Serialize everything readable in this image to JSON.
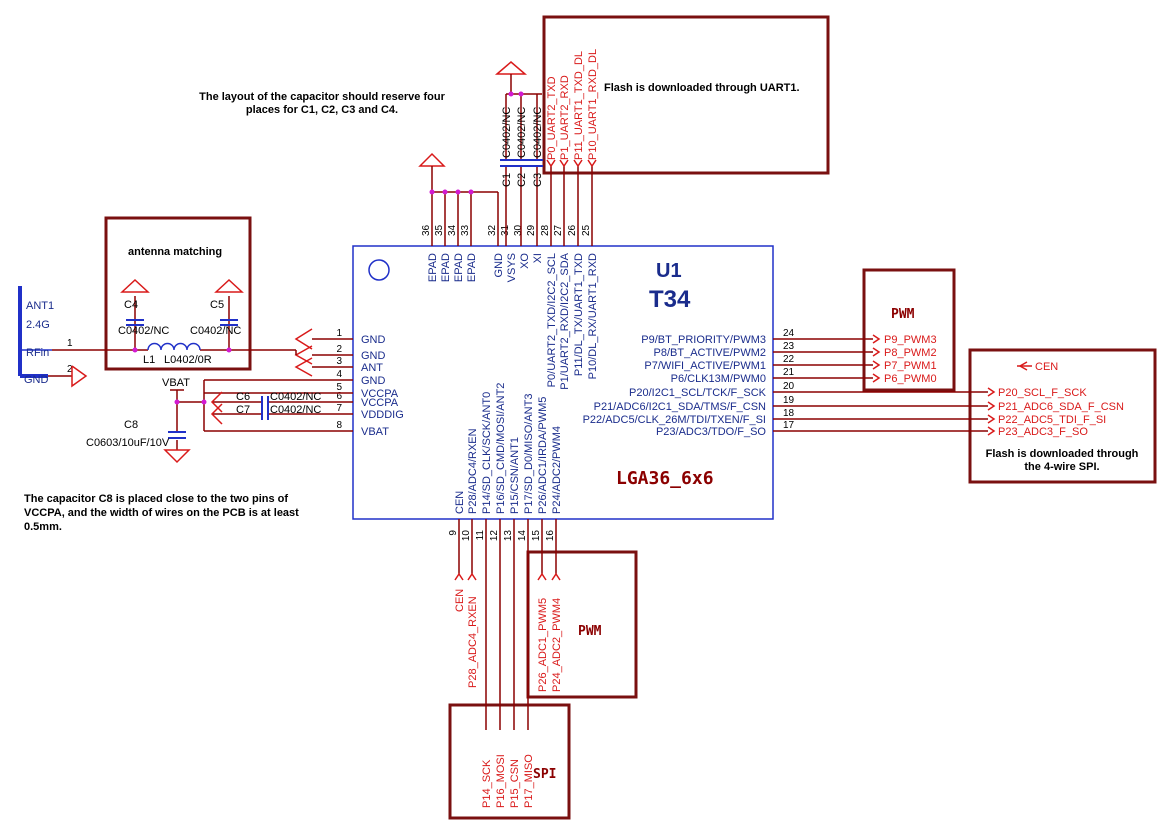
{
  "notes": {
    "capacitor_layout": [
      "The layout of the capacitor should reserve four",
      "places for C1, C2, C3 and C4."
    ],
    "c8_placement": [
      "The capacitor C8 is placed close to the two pins of",
      "VCCPA, and the width of wires on the PCB is at least",
      "0.5mm."
    ]
  },
  "boxes": {
    "uart_flash": "Flash is downloaded through UART1.",
    "antenna": "antenna matching",
    "pwm_right": "PWM",
    "spi_flash": [
      "Flash is downloaded through",
      "the 4-wire SPI."
    ],
    "pwm_bottom": "PWM",
    "spi_bottom": "SPI"
  },
  "chip": {
    "ref": "U1",
    "part": "T34",
    "package": "LGA36_6x6",
    "left_pins": [
      {
        "num": "1",
        "name": "GND"
      },
      {
        "num": "2",
        "name": "GND"
      },
      {
        "num": "3",
        "name": "ANT"
      },
      {
        "num": "4",
        "name": "GND"
      },
      {
        "num": "5",
        "name": "VCCPA"
      },
      {
        "num": "6",
        "name": "VCCPA"
      },
      {
        "num": "7",
        "name": "VDDDIG"
      },
      {
        "num": "8",
        "name": "VBAT"
      }
    ],
    "right_pins": [
      {
        "num": "24",
        "name": "P9/BT_PRIORITY/PWM3"
      },
      {
        "num": "23",
        "name": "P8/BT_ACTIVE/PWM2"
      },
      {
        "num": "22",
        "name": "P7/WIFI_ACTIVE/PWM1"
      },
      {
        "num": "21",
        "name": "P6/CLK13M/PWM0"
      },
      {
        "num": "20",
        "name": "P20/I2C1_SCL/TCK/F_SCK"
      },
      {
        "num": "19",
        "name": "P21/ADC6/I2C1_SDA/TMS/F_CSN"
      },
      {
        "num": "18",
        "name": "P22/ADC5/CLK_26M/TDI/TXEN/F_SI"
      },
      {
        "num": "17",
        "name": "P23/ADC3/TDO/F_SO"
      }
    ],
    "top_pins": [
      {
        "num": "36",
        "name": "EPAD"
      },
      {
        "num": "35",
        "name": "EPAD"
      },
      {
        "num": "34",
        "name": "EPAD"
      },
      {
        "num": "33",
        "name": "EPAD"
      },
      {
        "num": "32",
        "name": "GND"
      },
      {
        "num": "31",
        "name": "VSYS"
      },
      {
        "num": "30",
        "name": "XO"
      },
      {
        "num": "29",
        "name": "XI"
      },
      {
        "num": "28",
        "name": "P0/UART2_TXD/I2C2_SCL"
      },
      {
        "num": "27",
        "name": "P1/UART2_RXD/I2C2_SDA"
      },
      {
        "num": "26",
        "name": "P11/DL_TX/UART1_TXD"
      },
      {
        "num": "25",
        "name": "P10/DL_RX/UART1_RXD"
      }
    ],
    "bottom_pins": [
      {
        "num": "9",
        "name": "CEN"
      },
      {
        "num": "10",
        "name": "P28/ADC4/RXEN"
      },
      {
        "num": "11",
        "name": "P14/SD_CLK/SCK/ANT0"
      },
      {
        "num": "12",
        "name": "P16/SD_CMD/MOSI/ANT2"
      },
      {
        "num": "13",
        "name": "P15/CSN/ANT1"
      },
      {
        "num": "14",
        "name": "P17/SD_D0/MISO/ANT3"
      },
      {
        "num": "15",
        "name": "P26/ADC1/IRDA/PWM5"
      },
      {
        "num": "16",
        "name": "P24/ADC2/PWM4"
      }
    ]
  },
  "nets_top": [
    "P0_UART2_TXD",
    "P1_UART2_RXD",
    "P11_UART1_TXD_DL",
    "P10_UART1_RXD_DL"
  ],
  "nets_right_pwm": [
    "P9_PWM3",
    "P8_PWM2",
    "P7_PWM1",
    "P6_PWM0"
  ],
  "nets_right_spi": [
    "P20_SCL_F_SCK",
    "P21_ADC6_SDA_F_CSN",
    "P22_ADC5_TDI_F_SI",
    "P23_ADC3_F_SO"
  ],
  "net_cen_right": "CEN",
  "nets_bottom": [
    "CEN",
    "P28_ADC4_RXEN"
  ],
  "nets_bottom_pwm": [
    "P26_ADC1_PWM5",
    "P24_ADC2_PWM4"
  ],
  "nets_bottom_spi": [
    "P14_SCK",
    "P16_MOSI",
    "P15_CSN",
    "P17_MISO"
  ],
  "components": {
    "ant": {
      "ref": "ANT1",
      "value": "2.4G",
      "pin1": "1",
      "pin2": "2",
      "rfin": "RFin",
      "gnd": "GND"
    },
    "c4": {
      "ref": "C4",
      "value": "C0402/NC"
    },
    "c5": {
      "ref": "C5",
      "value": "C0402/NC"
    },
    "l1": {
      "ref": "L1",
      "value": "L0402/0R"
    },
    "c6": {
      "ref": "C6",
      "value": "C0402/NC"
    },
    "c7": {
      "ref": "C7",
      "value": "C0402/NC"
    },
    "c8": {
      "ref": "C8",
      "value": "C0603/10uF/10V"
    },
    "c1": {
      "ref": "C1",
      "value": "C0402/NC"
    },
    "c2": {
      "ref": "C2",
      "value": "C0402/NC"
    },
    "c3": {
      "ref": "C3",
      "value": "C0402/NC"
    },
    "vbat": "VBAT"
  },
  "colors": {
    "wire": "#8b0000",
    "symbol": "#1a2c8c",
    "net": "#d91a1a",
    "node": "#d21ad2"
  }
}
